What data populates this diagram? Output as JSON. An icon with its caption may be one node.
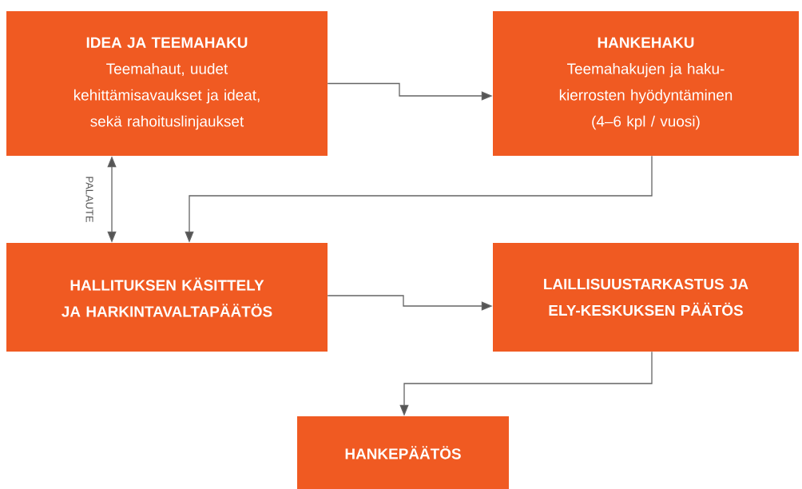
{
  "diagram": {
    "nodes": [
      {
        "text": [
          "IDEA JA TEEMAHAKU",
          "Teemahaut, uudet kehittämisavaukset ja ideat, sekä rahoituslinjaukset"
        ]
      },
      {
        "text": [
          "HANKEHAKU",
          "Teemahakujen ja haku- kierrosten hyödyntäminen (4–6 kpl / vuosi)"
        ]
      },
      {
        "text": [
          "HALLITUKSEN KÄSITTELY JA HARKINTAVALTAPÄÄTÖS"
        ]
      },
      {
        "text": [
          "LAILLISUUSTARKASTUS JA ELY-KESKUKSEN PÄÄTÖS"
        ]
      },
      {
        "text": [
          "HANKEPÄÄTÖS"
        ]
      }
    ],
    "edges": [
      {
        "from": 0,
        "to": 1,
        "arrow": "to"
      },
      {
        "from": 1,
        "to": 2,
        "arrow": "to"
      },
      {
        "from": 0,
        "to": 2,
        "arrow": "both",
        "label": "PALAUTE"
      },
      {
        "from": 2,
        "to": 3,
        "arrow": "to"
      },
      {
        "from": 3,
        "to": 4,
        "arrow": "to"
      }
    ]
  }
}
